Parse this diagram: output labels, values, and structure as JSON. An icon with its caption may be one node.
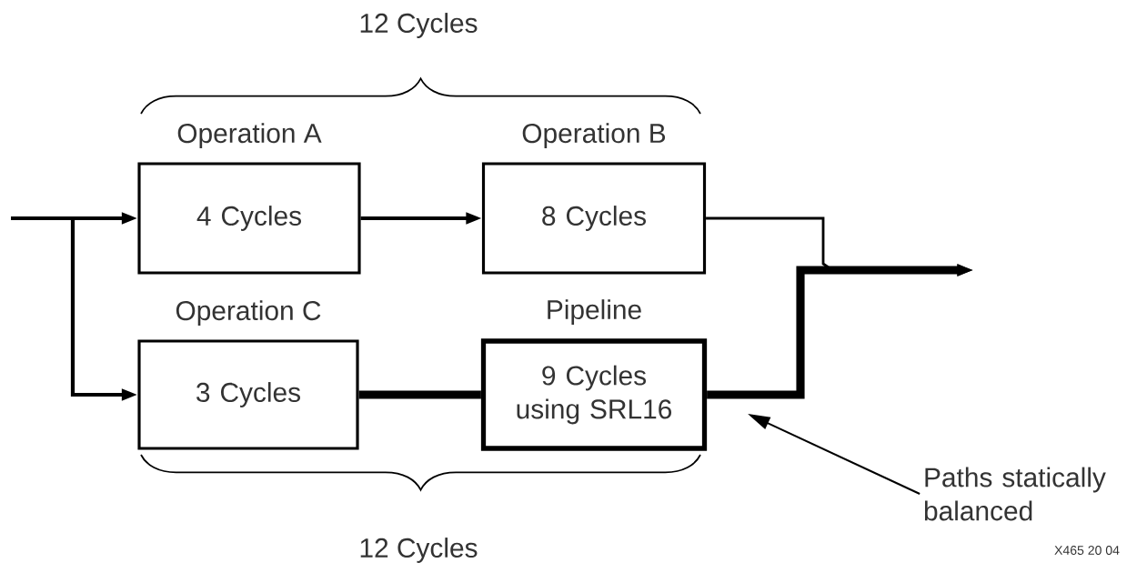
{
  "diagram": {
    "nodes": [
      {
        "text": [
          "Operation A",
          "4 Cycles"
        ]
      },
      {
        "text": [
          "Operation B",
          "8 Cycles"
        ]
      },
      {
        "text": [
          "Operation C",
          "3 Cycles"
        ]
      },
      {
        "text": [
          "Pipeline",
          "9 Cycles using SRL16"
        ]
      },
      {
        "text": [
          "Paths statically balanced"
        ]
      }
    ],
    "edges": [
      {
        "from": null,
        "to": 0,
        "arrow": "to"
      },
      {
        "from": null,
        "to": 2,
        "arrow": "to"
      },
      {
        "from": 0,
        "to": 1,
        "arrow": "to"
      },
      {
        "from": 2,
        "to": 3,
        "arrow": "none",
        "style": "thick"
      },
      {
        "from": 1,
        "to": null,
        "arrow": "to"
      },
      {
        "from": 3,
        "to": null,
        "arrow": "to",
        "style": "thick"
      },
      {
        "from": 4,
        "to": null,
        "arrow": "to"
      }
    ],
    "labels": [
      "12 Cycles",
      "12 Cycles",
      "X465 20 04"
    ]
  }
}
